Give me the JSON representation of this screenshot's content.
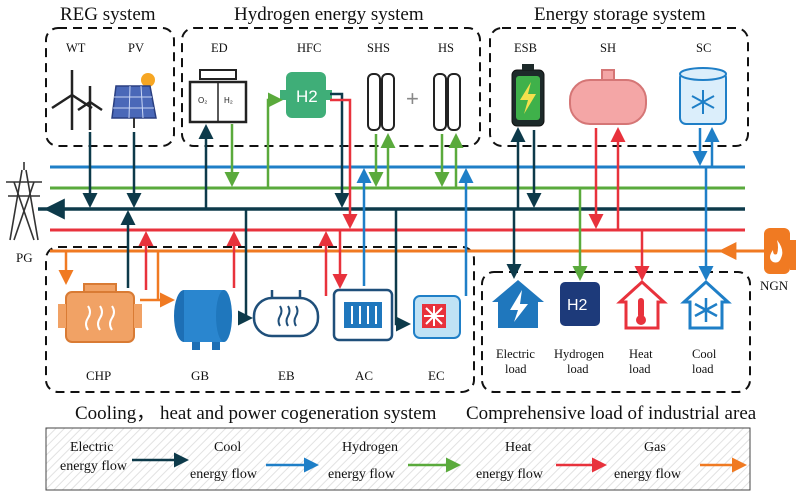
{
  "sections": {
    "reg": "REG system",
    "hydrogen": "Hydrogen energy system",
    "storage": "Energy storage system",
    "cchp": "Cooling， heat and power cogeneration system",
    "load": "Comprehensive load of industrial area"
  },
  "components": {
    "wt": "WT",
    "pv": "PV",
    "ed": "ED",
    "hfc": "HFC",
    "shs": "SHS",
    "hs": "HS",
    "esb": "ESB",
    "sh": "SH",
    "sc": "SC",
    "pg": "PG",
    "ngn": "NGN",
    "chp": "CHP",
    "gb": "GB",
    "eb": "EB",
    "ac": "AC",
    "ec": "EC",
    "h2_symbol": "H2",
    "plus": "+"
  },
  "loads": [
    {
      "l1": "Electric",
      "l2": "load"
    },
    {
      "l1": "Hydrogen",
      "l2": "load"
    },
    {
      "l1": "Heat",
      "l2": "load"
    },
    {
      "l1": "Cool",
      "l2": "load"
    }
  ],
  "legend": [
    {
      "l1": "Electric",
      "l2": "energy flow",
      "color": "#0d3a4a"
    },
    {
      "l1": "Cool",
      "l2": "energy flow",
      "color": "#1f7fc7"
    },
    {
      "l1": "Hydrogen",
      "l2": "energy flow",
      "color": "#5aaa3c"
    },
    {
      "l1": "Heat",
      "l2": "energy flow",
      "color": "#e8323c"
    },
    {
      "l1": "Gas",
      "l2": "energy flow",
      "color": "#f07a22"
    }
  ],
  "colors": {
    "electric": "#0d3a4a",
    "cool": "#1f7fc7",
    "hydrogen": "#5aaa3c",
    "heat": "#e8323c",
    "gas": "#f07a22"
  }
}
